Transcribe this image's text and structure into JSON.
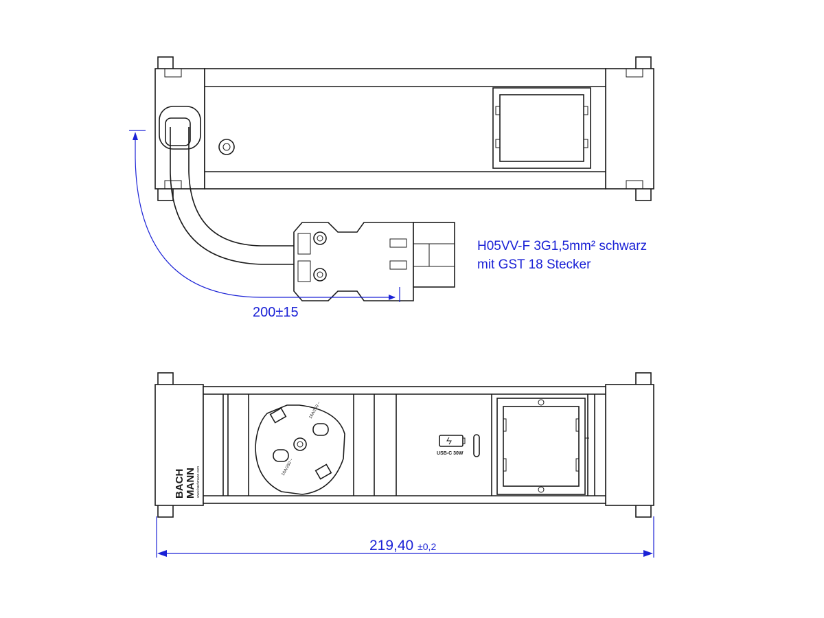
{
  "dimensions": {
    "cable_length": "200±15",
    "total_length_main": "219,40",
    "total_length_tol": "±0,2"
  },
  "cable_note": {
    "line1": "H05VV-F 3G1,5mm² schwarz",
    "line2": "mit GST 18 Stecker"
  },
  "front_labels": {
    "brand_line1": "BACH",
    "brand_line2": "MANN",
    "website": "www.bachmann.com",
    "socket_rating": "16A/250 ~",
    "usb_label": "USB-C 30W"
  },
  "colors": {
    "dimension": "#1b22d6",
    "drawing": "#1a1a1a"
  }
}
